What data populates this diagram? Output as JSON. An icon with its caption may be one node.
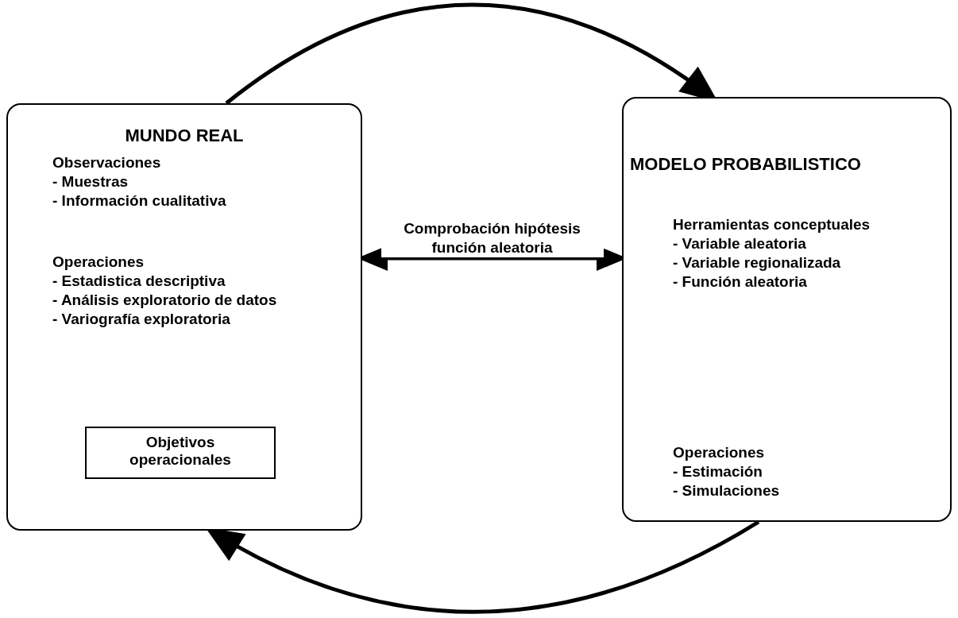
{
  "diagram": {
    "nodes": [
      {
        "text": [
          "MUNDO REAL",
          "Observaciones",
          "- Muestras",
          "- Información cualitativa",
          "Operaciones",
          "- Estadistica descriptiva",
          "- Análisis exploratorio de datos",
          "- Variografía exploratoria"
        ]
      },
      {
        "text": [
          "Objetivos operacionales"
        ],
        "in": 0
      },
      {
        "text": [
          "MODELO PROBABILISTICO",
          "Herramientas conceptuales",
          "- Variable aleatoria",
          "- Variable regionalizada",
          "- Función aleatoria",
          "Operaciones",
          "- Estimación",
          "- Simulaciones"
        ]
      }
    ],
    "edges": [
      {
        "from": 0,
        "to": 2,
        "arrow": "to"
      },
      {
        "from": 2,
        "to": 0,
        "arrow": "to"
      },
      {
        "from": 0,
        "to": 2,
        "arrow": "both",
        "label": "Comprobación hipótesis función aleatoria"
      }
    ]
  }
}
